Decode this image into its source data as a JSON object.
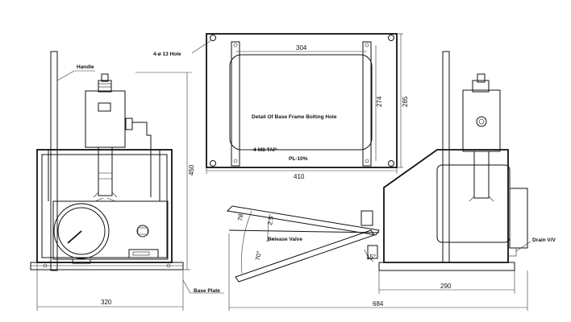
{
  "labels": {
    "handle": "Handle",
    "base_plate": "Base Plate",
    "holes": "4-ø 13 Hole",
    "tap": "4-M8 TAP",
    "plate_thickness": "PL-10%",
    "base_frame_detail": "Detail Of Base Frame Bolting Hole",
    "release_valve": "Release Valve",
    "drain": "Drain V/V"
  },
  "dimensions": {
    "front_height": "450",
    "front_width": "320",
    "base_inner_width": "304",
    "base_inner_height": "274",
    "base_outer_height": "285",
    "base_outer_width": "410",
    "side_overall": "684",
    "side_base": "290",
    "angle_upper": "78",
    "angle_lower": "15°",
    "angle_left": "70°",
    "angle_small": "2.5"
  }
}
